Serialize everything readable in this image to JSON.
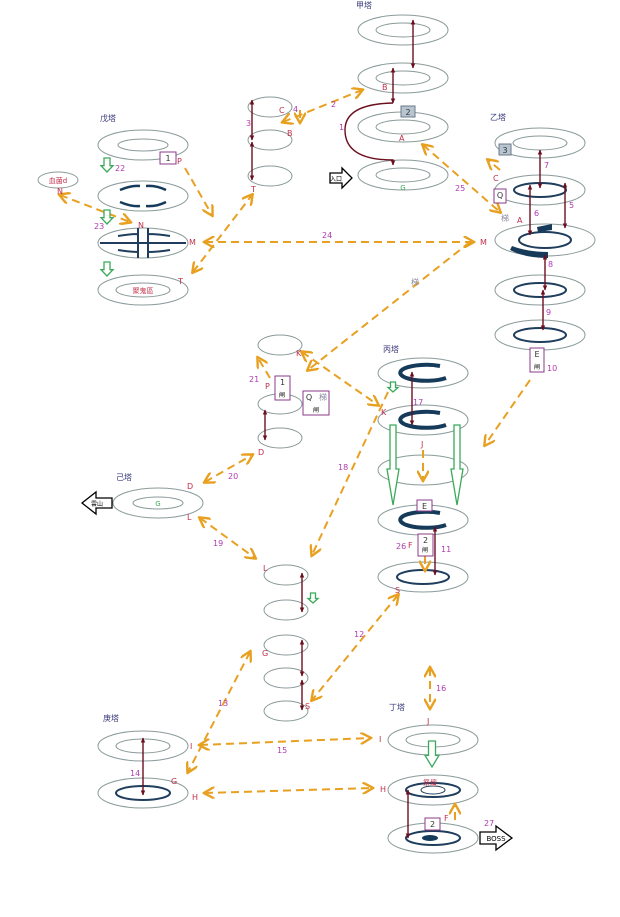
{
  "towers": {
    "jia": "甲塔",
    "yi": "乙塔",
    "bing": "丙塔",
    "ding": "丁塔",
    "wu": "戊塔",
    "ji": "己塔",
    "geng": "庚塔"
  },
  "special": {
    "entrance": "入口",
    "exit": "雲山",
    "side_room": "血菌d",
    "wu_bottom": "聚鬼區",
    "ding_center": "祭壇",
    "boss": "BOSS",
    "ladder": "梯",
    "gate": "闸",
    "save_mark": "G"
  },
  "boxes": {
    "jia_2": "2",
    "yi_3": "3",
    "wu_1": "1",
    "mid_1": "1",
    "bing_2": "2",
    "ding_2": "2",
    "q": "Q",
    "q2": "Q",
    "e": "E",
    "e2": "E"
  },
  "points": [
    "A",
    "B",
    "C",
    "T",
    "P",
    "N",
    "M",
    "K",
    "J",
    "F",
    "S",
    "D",
    "L",
    "G",
    "I",
    "H"
  ],
  "route_numbers": [
    "1",
    "2",
    "3",
    "4",
    "5",
    "6",
    "7",
    "8",
    "9",
    "10",
    "11",
    "12",
    "13",
    "14",
    "15",
    "16",
    "17",
    "18",
    "19",
    "20",
    "21",
    "22",
    "23",
    "24",
    "25",
    "26",
    "27"
  ],
  "colors": {
    "route_dashed": "#e8a020",
    "elevator": "#6b0f1f",
    "drop": "#3aaa5a",
    "point_label": "#c0304a",
    "route_number": "#b03ab0"
  }
}
